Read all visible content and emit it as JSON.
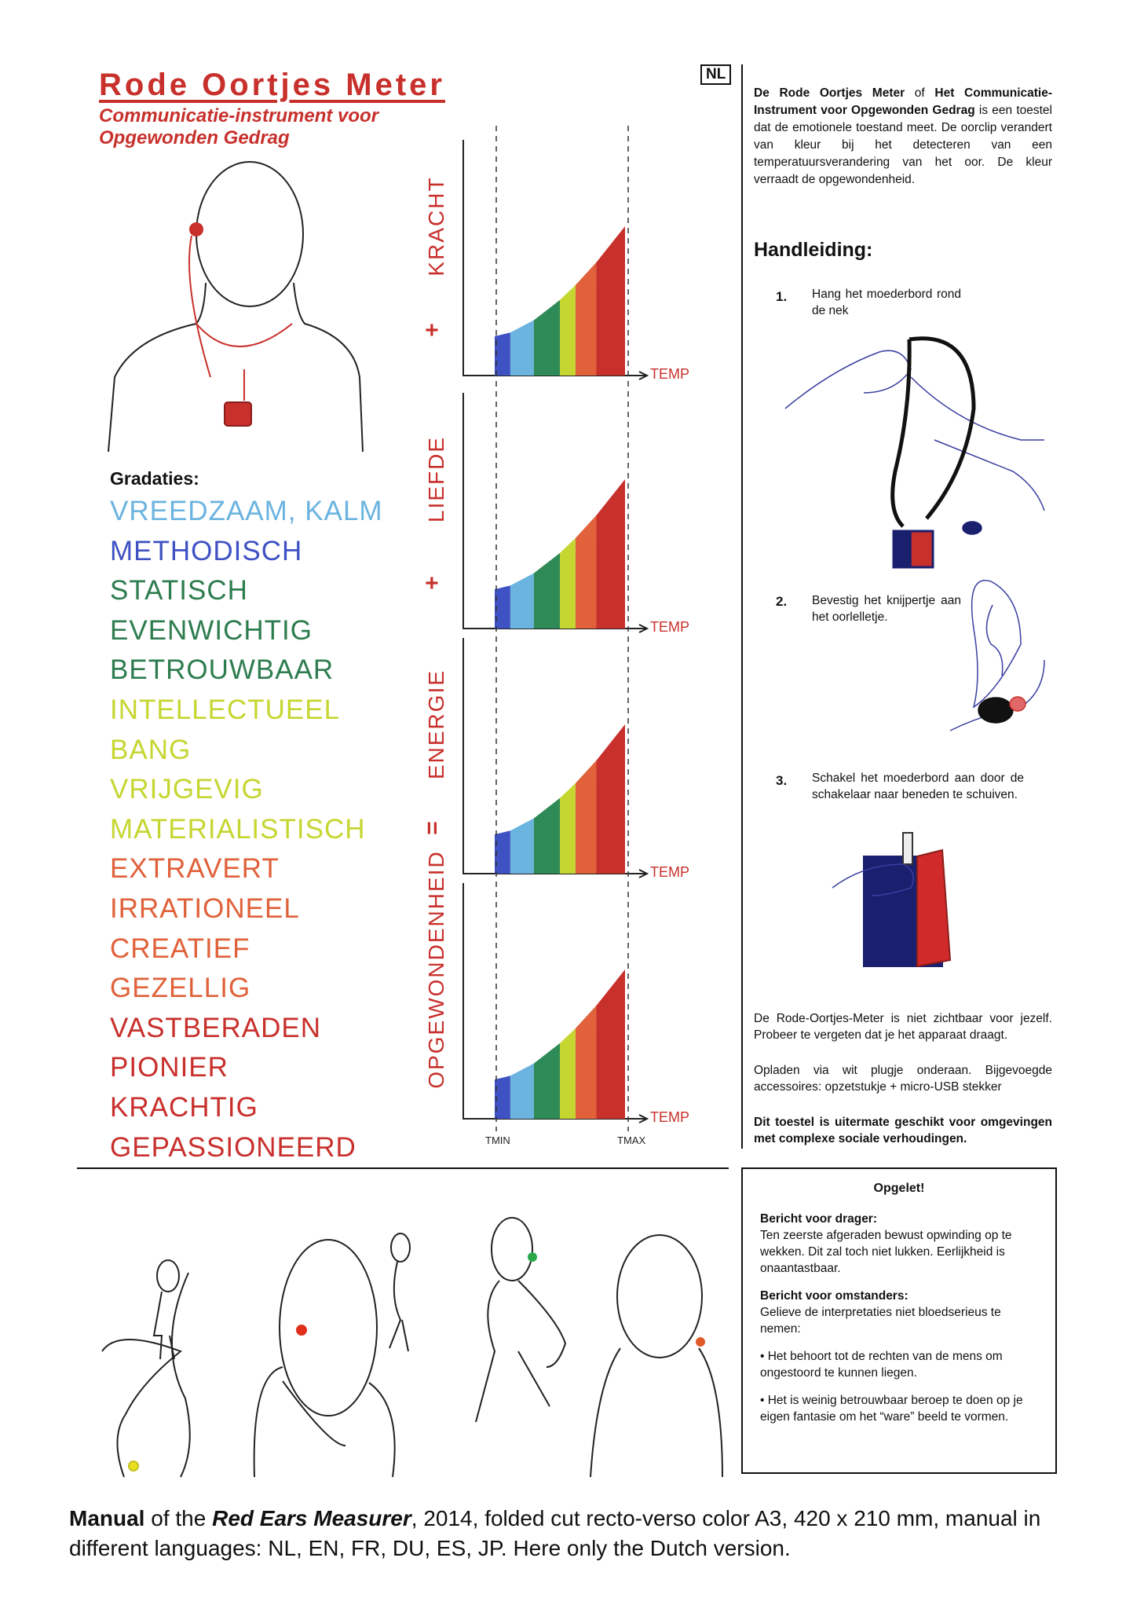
{
  "header": {
    "title": "Rode Oortjes Meter",
    "subtitle": "Communicatie-instrument voor Opgewonden Gedrag",
    "language_tag": "NL"
  },
  "gradations": {
    "heading": "Gradaties:",
    "items": [
      {
        "label": "VREEDZAAM, KALM",
        "color": "#6bb4e0"
      },
      {
        "label": "METHODISCH",
        "color": "#3f52c4"
      },
      {
        "label": "STATISCH",
        "color": "#2e7d4f"
      },
      {
        "label": "EVENWICHTIG",
        "color": "#2e7d4f"
      },
      {
        "label": "BETROUWBAAR",
        "color": "#2e7d4f"
      },
      {
        "label": "INTELLECTUEEL",
        "color": "#c6d631"
      },
      {
        "label": "BANG",
        "color": "#c6d631"
      },
      {
        "label": "VRIJGEVIG",
        "color": "#c6d631"
      },
      {
        "label": "MATERIALISTISCH",
        "color": "#c6d631"
      },
      {
        "label": "EXTRAVERT",
        "color": "#e0613a"
      },
      {
        "label": "IRRATIONEEL",
        "color": "#e0613a"
      },
      {
        "label": "CREATIEF",
        "color": "#e0613a"
      },
      {
        "label": "GEZELLIG",
        "color": "#e0613a"
      },
      {
        "label": "VASTBERADEN",
        "color": "#c8302c"
      },
      {
        "label": "PIONIER",
        "color": "#c8302c"
      },
      {
        "label": "KRACHTIG",
        "color": "#c8302c"
      },
      {
        "label": "GEPASSIONEERD",
        "color": "#c8302c"
      }
    ]
  },
  "graphs": {
    "x_label": "TEMP",
    "t_min": "TMIN",
    "t_max": "TMAX",
    "panels": [
      {
        "label": "KRACHT",
        "operator": "+"
      },
      {
        "label": "LIEFDE",
        "operator": "+"
      },
      {
        "label": "ENERGIE",
        "operator": "="
      },
      {
        "label": "OPGEWONDENHEID",
        "operator": ""
      }
    ],
    "band_colors": [
      "#3f52c4",
      "#6bb4e0",
      "#2e8b57",
      "#c6d631",
      "#e0613a",
      "#c8302c"
    ]
  },
  "intro": {
    "name_1": "De Rode Oortjes Meter",
    "of": " of ",
    "name_2": "Het Communicatie-Instrument voor Opgewonden Gedrag",
    "rest": " is een toestel dat de emotionele toestand meet. De oorclip verandert van kleur bij het detecteren van een temperatuursverandering van het oor. De kleur verraadt de opgewondenheid."
  },
  "manual": {
    "heading": "Handleiding:",
    "steps": [
      {
        "num": "1.",
        "text": "Hang het moederbord rond de nek"
      },
      {
        "num": "2.",
        "text": "Bevestig het knijpertje aan het oorlelletje."
      },
      {
        "num": "3.",
        "text": "Schakel het moederbord aan door de schakelaar naar beneden te schuiven."
      }
    ],
    "note_1": "De Rode-Oortjes-Meter is niet zichtbaar voor jezelf. Probeer te vergeten dat je het apparaat draagt.",
    "note_2": "Opladen via wit plugje onderaan. Bijgevoegde accessoires: opzetstukje + micro-USB stekker",
    "note_3": "Dit toestel is uitermate geschikt voor omgevingen met complexe sociale verhoudingen."
  },
  "warning": {
    "heading": "Opgelet!",
    "wearer_title": "Bericht voor drager:",
    "wearer_text": "Ten zeerste afgeraden bewust opwinding op te wekken. Dit zal toch niet lukken. Eerlijkheid is onaantastbaar.",
    "bystander_title": "Bericht voor omstanders:",
    "bystander_text": "Gelieve de interpretaties niet bloedserieus te nemen:",
    "bullet_1": "• Het behoort tot de rechten van de mens om ongestoord te kunnen liegen.",
    "bullet_2": "• Het is weinig betrouwbaar beroep te doen op je eigen fantasie om het “ware” beeld te vormen."
  },
  "caption": {
    "bold_1": "Manual",
    "text_1": " of the ",
    "bold_italic": "Red Ears Measurer",
    "text_2": ", 2014, folded cut recto-verso color A3, 420 x 210 mm, manual in different languages: NL, EN, FR, DU, ES, JP. Here only the Dutch version."
  }
}
